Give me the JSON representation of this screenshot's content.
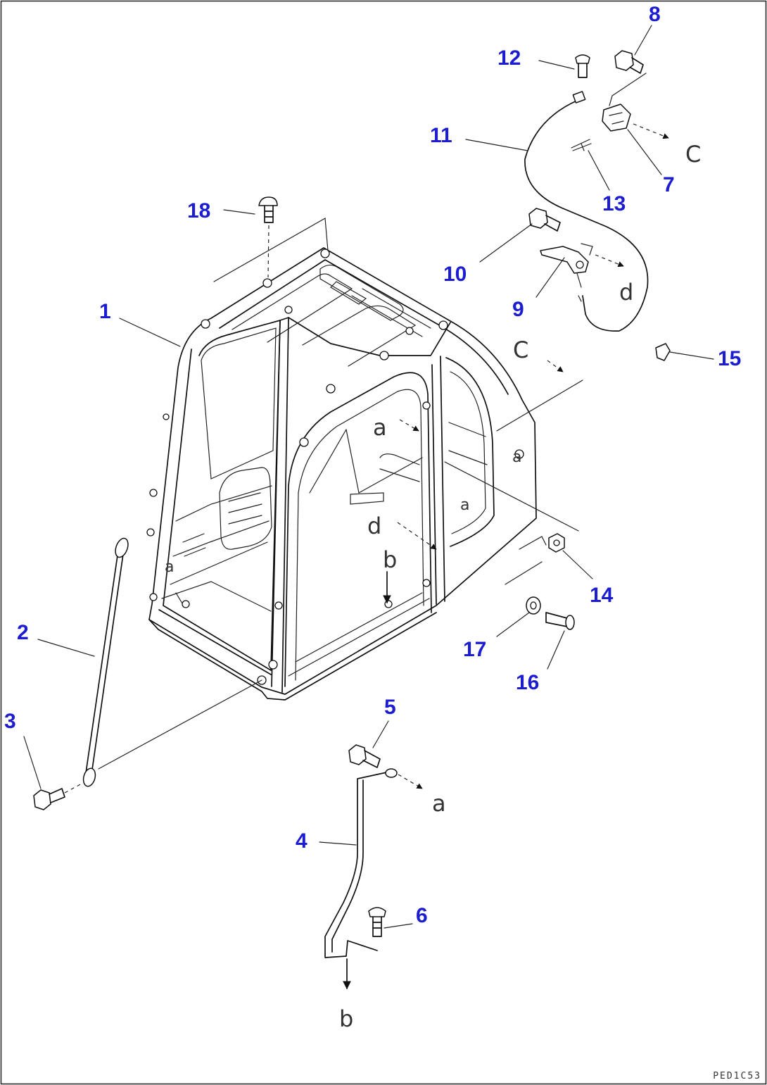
{
  "callouts": {
    "p1": "1",
    "p2": "2",
    "p3": "3",
    "p4": "4",
    "p5": "5",
    "p6": "6",
    "p7": "7",
    "p8": "8",
    "p9": "9",
    "p10": "10",
    "p11": "11",
    "p12": "12",
    "p13": "13",
    "p14": "14",
    "p15": "15",
    "p16": "16",
    "p17": "17",
    "p18": "18"
  },
  "refs": {
    "c_top": "C",
    "c_mid": "C",
    "d_right": "d",
    "a_door": "a",
    "d_door": "d",
    "b_door": "b",
    "a_front": "a",
    "a_rear": "a",
    "a_side": "a",
    "a_rod": "a",
    "b_rod": "b"
  },
  "drawing_code": "PED1C53",
  "colors": {
    "callout": "#1c1cd0",
    "line": "#111111"
  }
}
